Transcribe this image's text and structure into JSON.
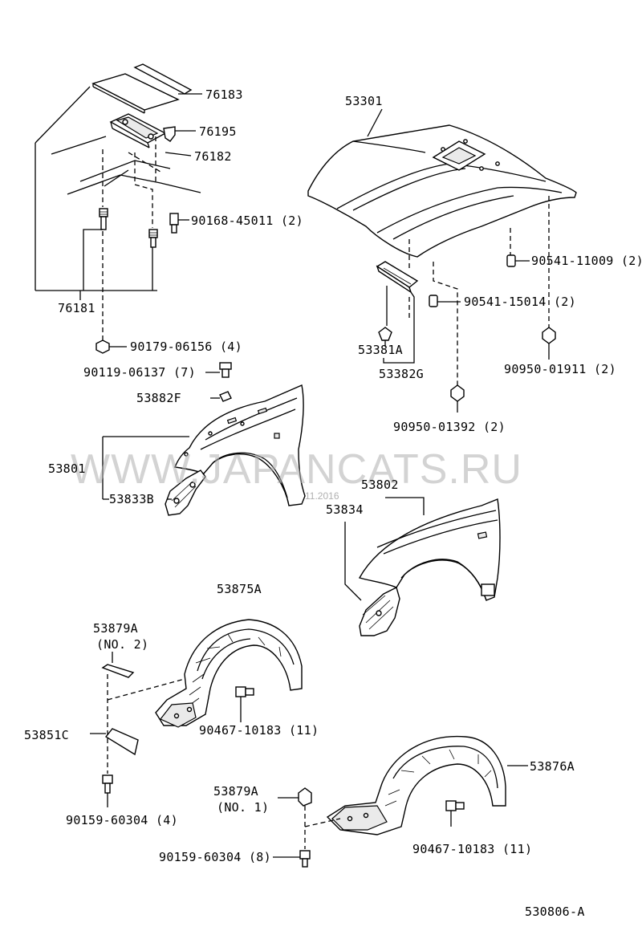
{
  "diagram": {
    "reference_code": "530806-A",
    "watermark": "WWW.JAPANCATS.RU",
    "watermark_date": "11.2016",
    "labels": {
      "p76183": "76183",
      "p76195": "76195",
      "p76182": "76182",
      "p90168": "90168-45011 (2)",
      "p76181": "76181",
      "p90179": "90179-06156 (4)",
      "p90119": "90119-06137 (7)",
      "p53882F": "53882F",
      "p53801": "53801",
      "p53833B": "53833B",
      "p53301": "53301",
      "p90541a": "90541-11009 (2)",
      "p90541b": "90541-15014 (2)",
      "p53381A": "53381A",
      "p53382G": "53382G",
      "p90950a": "90950-01911 (2)",
      "p90950b": "90950-01392 (2)",
      "p53802": "53802",
      "p53834": "53834",
      "p53875A": "53875A",
      "p53879A_2": "53879A",
      "p53879A_2_note": "(NO. 2)",
      "p53851C": "53851C",
      "p90159a": "90159-60304 (4)",
      "p90467a": "90467-10183 (11)",
      "p53876A": "53876A",
      "p53879A_1": "53879A",
      "p53879A_1_note": "(NO. 1)",
      "p90159b": "90159-60304 (8)",
      "p90467b": "90467-10183 (11)"
    }
  }
}
